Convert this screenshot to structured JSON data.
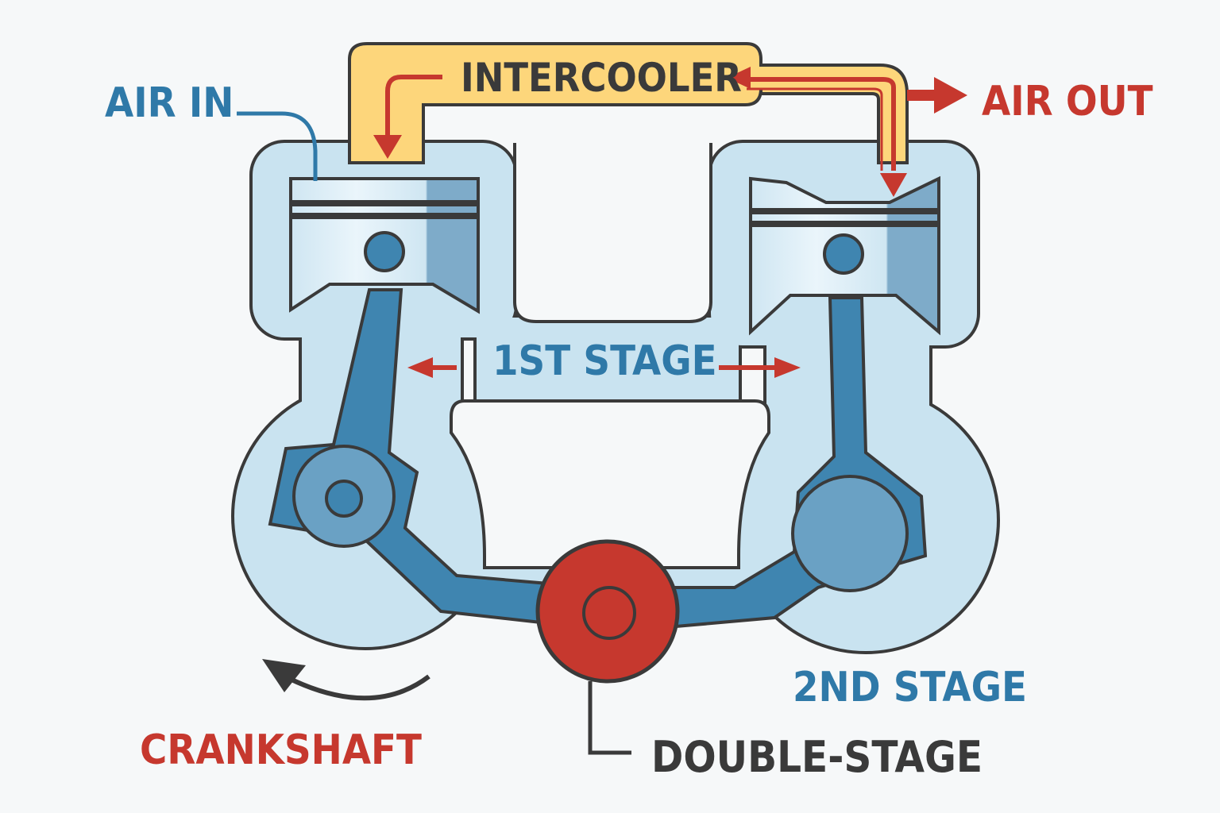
{
  "labels": {
    "air_in": "AIR IN",
    "air_out": "AIR OUT",
    "intercooler": "INTERCOOLER",
    "first_stage": "1ST STAGE",
    "second_stage": "2ND STAGE",
    "crankshaft": "CRANKSHAFT",
    "double_stage": "DOUBLE-STAGE"
  },
  "colors": {
    "housing": "#c9e3f0",
    "metal": "#3f85b0",
    "metal_light": "#6aa1c4",
    "red": "#c6382e",
    "yellow": "#fdd67b",
    "outline": "#3a3a3a",
    "blue_text": "#2f79a8"
  }
}
